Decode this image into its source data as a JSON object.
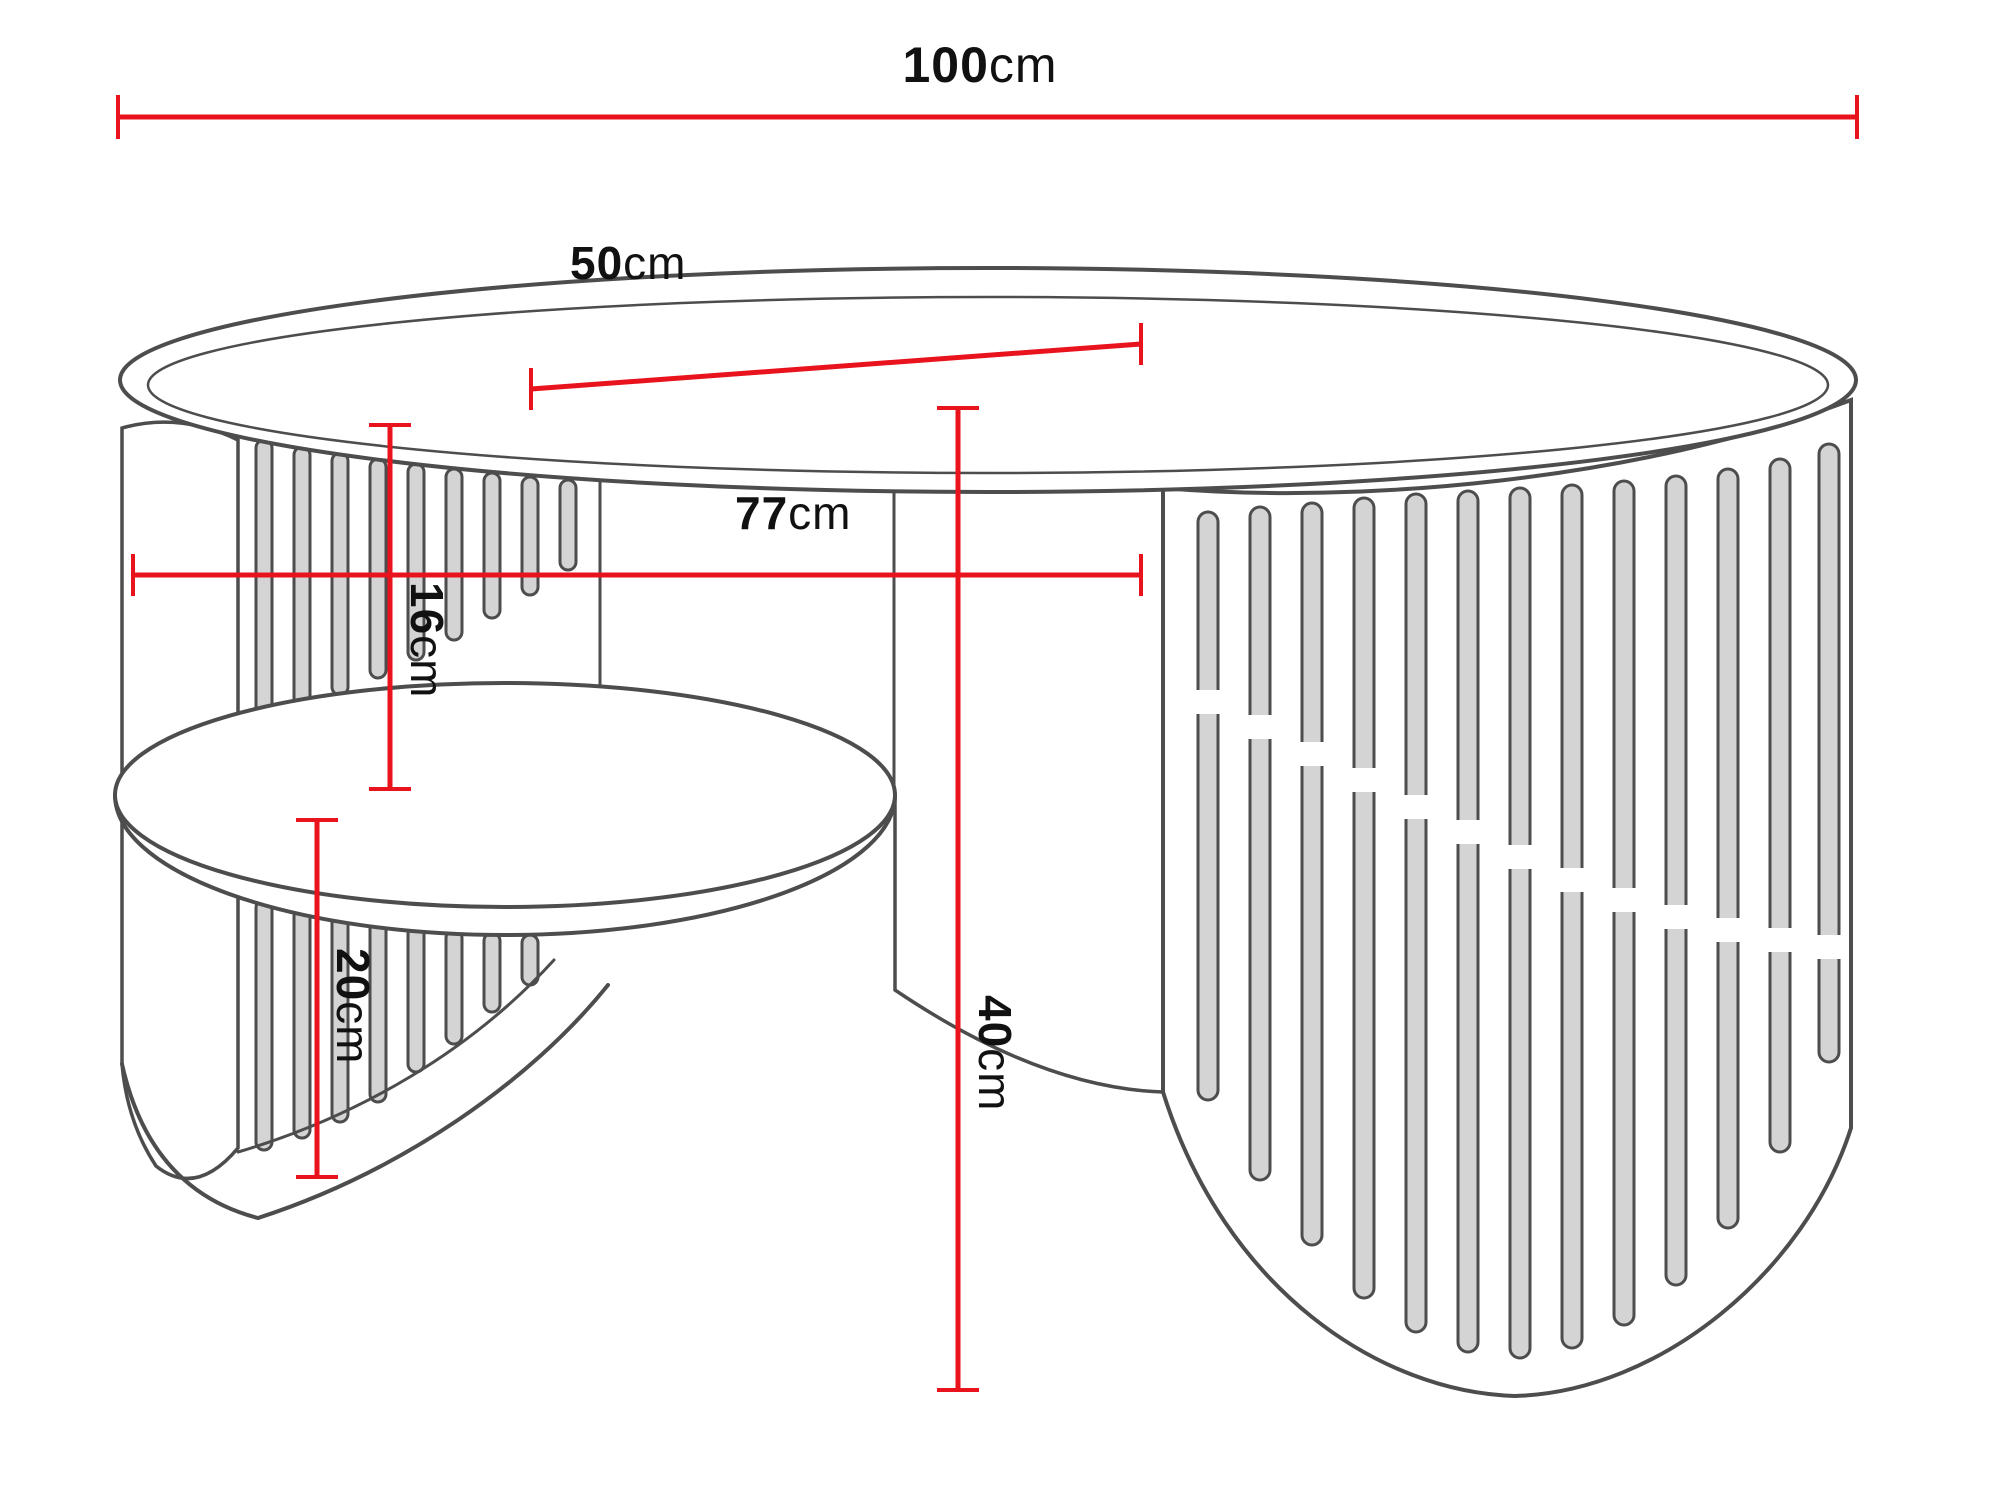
{
  "colors": {
    "dimension": "#e8131d",
    "outline": "#4d4d4d",
    "slat": "#d4d4d4",
    "text": "#111111",
    "background": "#ffffff"
  },
  "dimensions": {
    "width": {
      "value": "100",
      "unit": "cm"
    },
    "depth": {
      "value": "50",
      "unit": "cm"
    },
    "inner_width": {
      "value": "77",
      "unit": "cm"
    },
    "shelf_clearance": {
      "value": "16",
      "unit": "cm"
    },
    "base_height": {
      "value": "20",
      "unit": "cm"
    },
    "overall_height": {
      "value": "40",
      "unit": "cm"
    }
  }
}
